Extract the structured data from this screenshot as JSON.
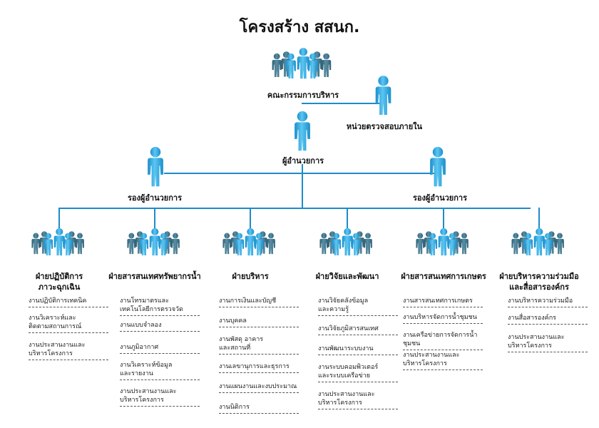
{
  "title": "โครงสร้าง สสนก.",
  "colors": {
    "line": "#1f8bc8",
    "figure_front": "#2aa6e0",
    "figure_back": "#3a6f86"
  },
  "nodes": {
    "board": "คณะกรรมการบริหาร",
    "audit": "หน่วยตรวจสอบภายใน",
    "director": "ผู้อำนวยการ",
    "deputy_left": "รองผู้อำนวยการ",
    "deputy_right": "รองผู้อำนวยการ"
  },
  "departments": [
    {
      "name": "ฝ่ายปฏิบัติการ\nภาวะฉุกเฉิน",
      "tasks": [
        "งานปฏิบัติการเทคนิค",
        "งานวิเคราะห์และ\nติดตามสถานการณ์",
        "งานประสานงานและ\nบริหารโครงการ"
      ]
    },
    {
      "name": "ฝ่ายสารสนเทศทรัพยากรน้ำ",
      "tasks": [
        "งานโทรมาตรและ\nเทคโนโลยีการตรวจวัด",
        "งานแบบจำลอง",
        "งานภูมิอากาศ",
        "งานวิเคราะห์ข้อมูล\nและรายงาน",
        "งานประสานงานและ\nบริหารโครงการ"
      ]
    },
    {
      "name": "ฝ่ายบริหาร",
      "tasks": [
        "งานการเงินและบัญชี",
        "งานบุคคล",
        "งานพัสดุ อาคาร\nและสถานที่",
        "งานเลขานุการและธุรการ",
        "งานแผนงานและงบประมาณ",
        "งานนิติการ"
      ]
    },
    {
      "name": "ฝ่ายวิจัยและพัฒนา",
      "tasks": [
        "งานวิจัยคลังข้อมูล\nและความรู้",
        "งานวิจัยภูมิสารสนเทศ",
        "งานพัฒนาระบบงาน",
        "งานระบบคอมพิวเตอร์\nและระบบเครือข่าย",
        "งานประสานงานและ\nบริหารโครงการ"
      ]
    },
    {
      "name": "ฝ่ายสารสนเทศการเกษตร",
      "tasks": [
        "งานสารสนเทศการเกษตร",
        "งานบริหารจัดการน้ำชุมชน",
        "งานเครือข่ายการจัดการน้ำชุมชน",
        "งานประสานงานและ\nบริหารโครงการ"
      ]
    },
    {
      "name": "ฝ่ายบริหารความร่วมมือ\nและสื่อสารองค์กร",
      "tasks": [
        "งานบริหารความร่วมมือ",
        "งานสื่อสารองค์กร",
        "งานประสานงานและ\nบริหารโครงการ"
      ]
    }
  ]
}
